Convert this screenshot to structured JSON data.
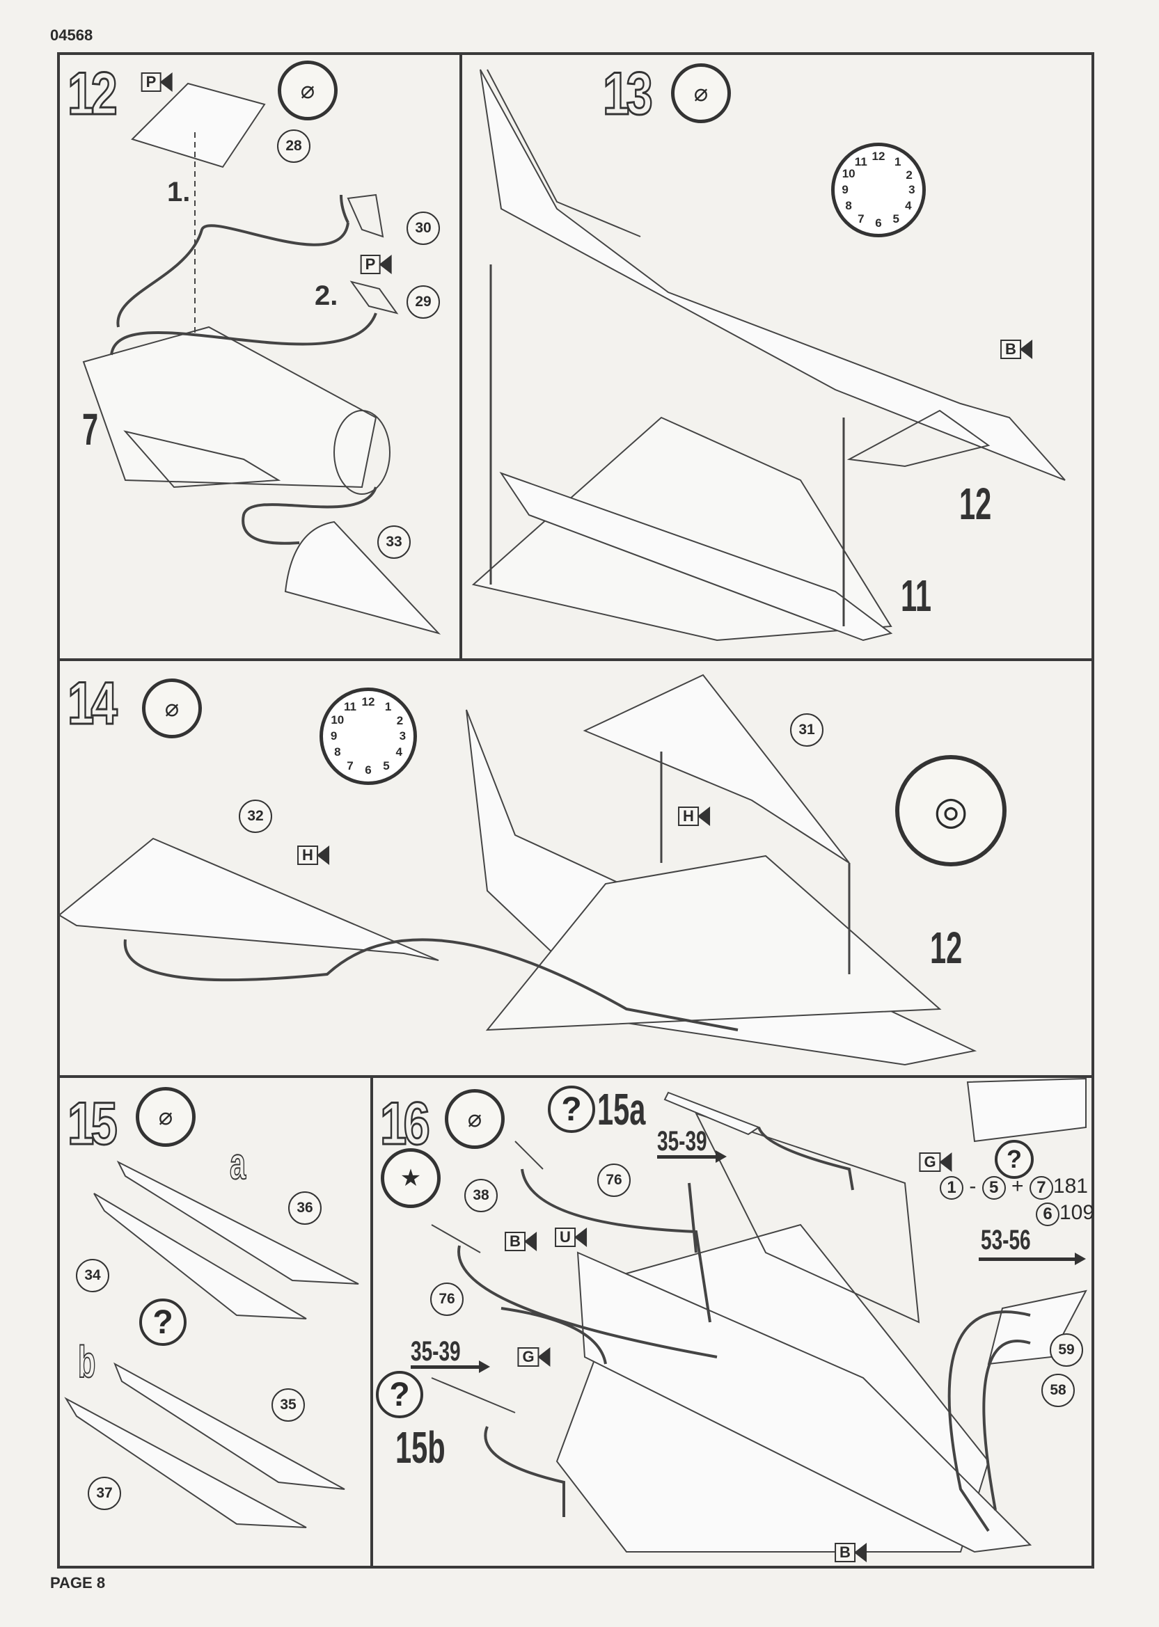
{
  "header": {
    "code": "04568"
  },
  "footer": {
    "page": "PAGE 8"
  },
  "clock_numerals": [
    "12",
    "1",
    "2",
    "3",
    "4",
    "5",
    "6",
    "7",
    "8",
    "9",
    "10",
    "11"
  ],
  "step12": {
    "number": "12",
    "flags": [
      "P",
      "P"
    ],
    "callouts": {
      "c28": "28",
      "c30": "30",
      "c29": "29",
      "c33": "33"
    },
    "labels": {
      "first": "1.",
      "second": "2.",
      "ref": "7"
    }
  },
  "step13": {
    "number": "13",
    "flag": "B",
    "labels": {
      "ref12": "12",
      "ref11": "11"
    }
  },
  "step14": {
    "number": "14",
    "callouts": {
      "c32": "32",
      "c31": "31"
    },
    "flags": [
      "H",
      "H"
    ],
    "labels": {
      "ref12": "12"
    }
  },
  "step15": {
    "number": "15",
    "labels": {
      "a": "a",
      "b": "b",
      "q": "?"
    },
    "callouts": {
      "c36": "36",
      "c34": "34",
      "c35": "35",
      "c37": "37"
    }
  },
  "step16": {
    "number": "16",
    "q": "?",
    "ref15a": "15a",
    "ref15b": "15b",
    "range1": "35-39",
    "range2": "35-39",
    "range3": "53-56",
    "callouts": {
      "c76a": "76",
      "c38": "38",
      "c76b": "76",
      "c59": "59",
      "c58": "58"
    },
    "flags": {
      "b1": "B",
      "u": "U",
      "g1": "G",
      "g2": "G",
      "b2": "B"
    },
    "decals": {
      "n1": "1",
      "dash": "-",
      "n5": "5",
      "plus": "+",
      "n7": "7",
      "v1": "181",
      "n6": "6",
      "v2": "109"
    }
  }
}
